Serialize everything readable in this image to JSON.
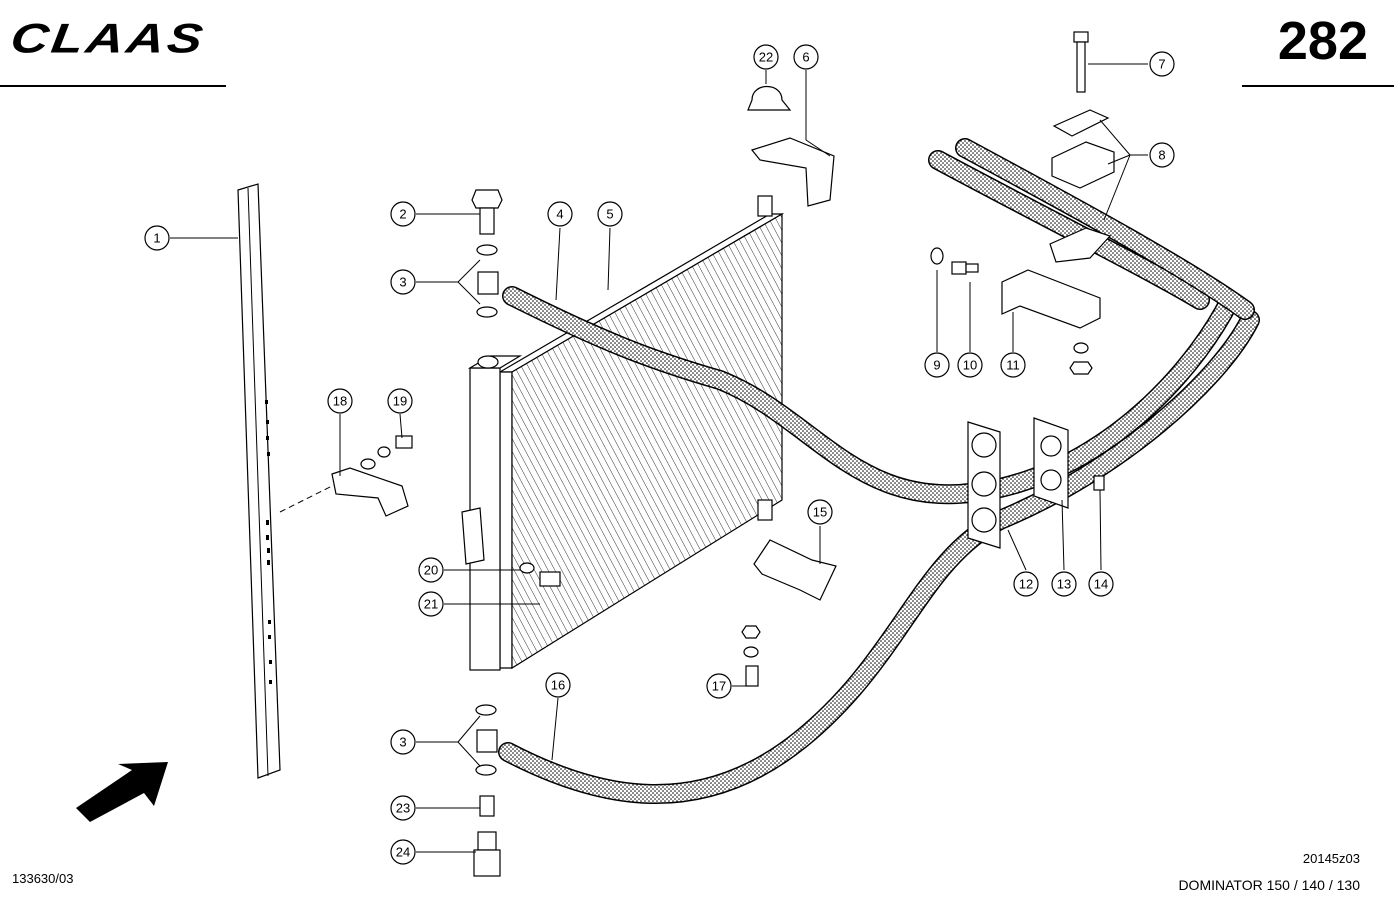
{
  "header": {
    "brand": "CLAAS",
    "page_number": "282"
  },
  "footer": {
    "left_code": "133630/03",
    "drawing_code": "20145z03",
    "model": "DOMINATOR 150 / 140 / 130"
  },
  "callouts": [
    "1",
    "2",
    "3",
    "3",
    "4",
    "5",
    "6",
    "7",
    "8",
    "9",
    "10",
    "11",
    "12",
    "13",
    "14",
    "15",
    "16",
    "17",
    "18",
    "19",
    "20",
    "21",
    "22",
    "23",
    "24"
  ]
}
